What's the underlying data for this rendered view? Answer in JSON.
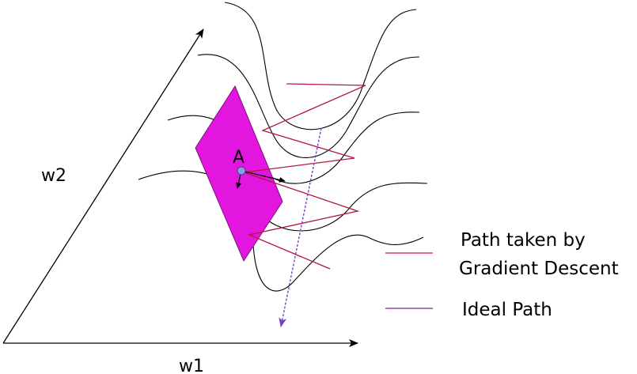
{
  "axes": {
    "x_label": "w1",
    "y_label": "w2"
  },
  "point": {
    "label": "A"
  },
  "legend": {
    "items": [
      {
        "line1": "Path taken by",
        "line2": "Gradient Descent",
        "color": "#d0184a"
      },
      {
        "line1": "Ideal Path",
        "line2": "",
        "color": "#8a1fa0"
      }
    ]
  },
  "colors": {
    "contour": "#000000",
    "gd_path": "#b0183c",
    "ideal_path": "#7a3fc8",
    "plane_fill": "#e316e0",
    "plane_stroke": "#7a1078",
    "point_fill": "#8aa0e0"
  }
}
